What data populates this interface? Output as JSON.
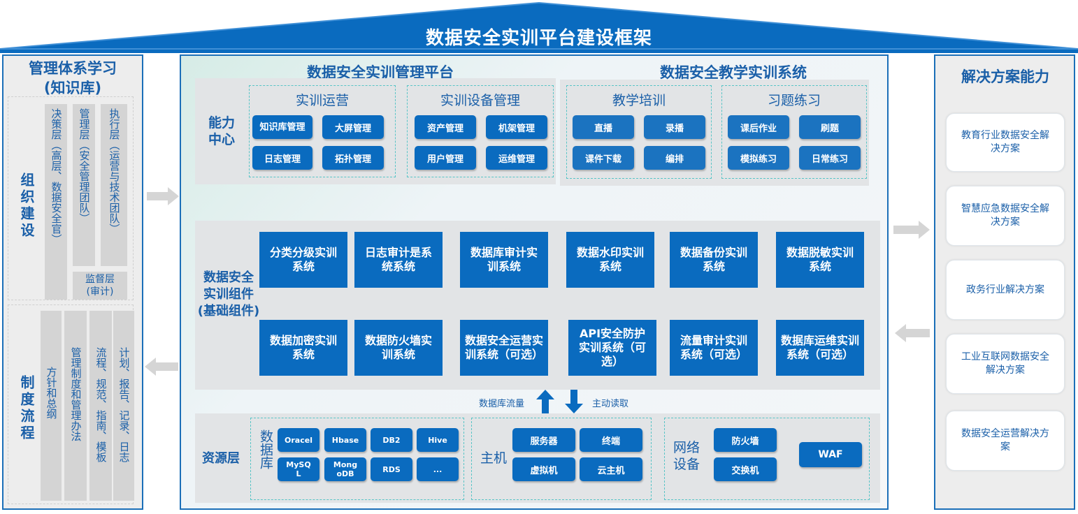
{
  "title": "数据安全实训平台建设框架",
  "colors": {
    "primary": "#0a6bbf",
    "title_text": "#1a5fa8",
    "panel_bg": "#ededed",
    "accent_teal": "#58c4c6"
  },
  "left": {
    "title_line1": "管理体系学习",
    "title_line2": "(知识库)",
    "org": {
      "label": "组织建设",
      "cols": [
        "决策层（高层、数据安全官）",
        "管理层（安全管理团队）",
        "执行层（运营与技术团队）"
      ],
      "supervision_line1": "监督层",
      "supervision_line2": "(审计)"
    },
    "process": {
      "label": "制度流程",
      "cols": [
        "方针和总纲",
        "管理制度和管理办法",
        "流程、规范、指南、模板",
        "计划、报告、记录、日志"
      ]
    }
  },
  "center": {
    "platform_title": "数据安全实训管理平台",
    "teaching_title": "数据安全教学实训系统",
    "capability": {
      "label_line1": "能力",
      "label_line2": "中心",
      "groups": [
        {
          "title": "实训运营",
          "items": [
            "知识库管理",
            "大屏管理",
            "日志管理",
            "拓扑管理"
          ]
        },
        {
          "title": "实训设备管理",
          "items": [
            "资产管理",
            "机架管理",
            "用户管理",
            "运维管理"
          ]
        },
        {
          "title": "教学培训",
          "items": [
            "直播",
            "录播",
            "课件下载",
            "编排"
          ]
        },
        {
          "title": "习题练习",
          "items": [
            "课后作业",
            "刷题",
            "模拟练习",
            "日常练习"
          ]
        }
      ]
    },
    "components": {
      "label_line1": "数据安全",
      "label_line2": "实训组件",
      "label_line3": "(基础组件)",
      "items": [
        "分类分级实训系统",
        "日志审计是系统系统",
        "数据库审计实训系统",
        "数据水印实训系统",
        "数据备份实训系统",
        "数据脱敏实训系统",
        "数据加密实训系统",
        "数据防火墙实训系统",
        "数据安全运营实训系统（可选）",
        "API安全防护实训系统（可选）",
        "流量审计实训系统（可选）",
        "数据库运维实训系统（可选）"
      ]
    },
    "flow": {
      "up_label": "数据库流量",
      "down_label": "主动读取"
    },
    "resources": {
      "label": "资源层",
      "db": {
        "title": "数据库",
        "items": [
          "Oracel",
          "Hbase",
          "DB2",
          "Hive",
          "MySQL",
          "MongoDB",
          "RDS",
          "..."
        ]
      },
      "host": {
        "title": "主机",
        "items": [
          "服务器",
          "终端",
          "虚拟机",
          "云主机"
        ]
      },
      "network": {
        "title": "网络设备",
        "items": [
          "防火墙",
          "交换机",
          "WAF"
        ]
      }
    }
  },
  "right": {
    "title": "解决方案能力",
    "items": [
      "教育行业数据安全解决方案",
      "智慧应急数据安全解决方案",
      "政务行业解决方案",
      "工业互联网数据安全解决方案",
      "数据安全运营解决方案"
    ]
  }
}
